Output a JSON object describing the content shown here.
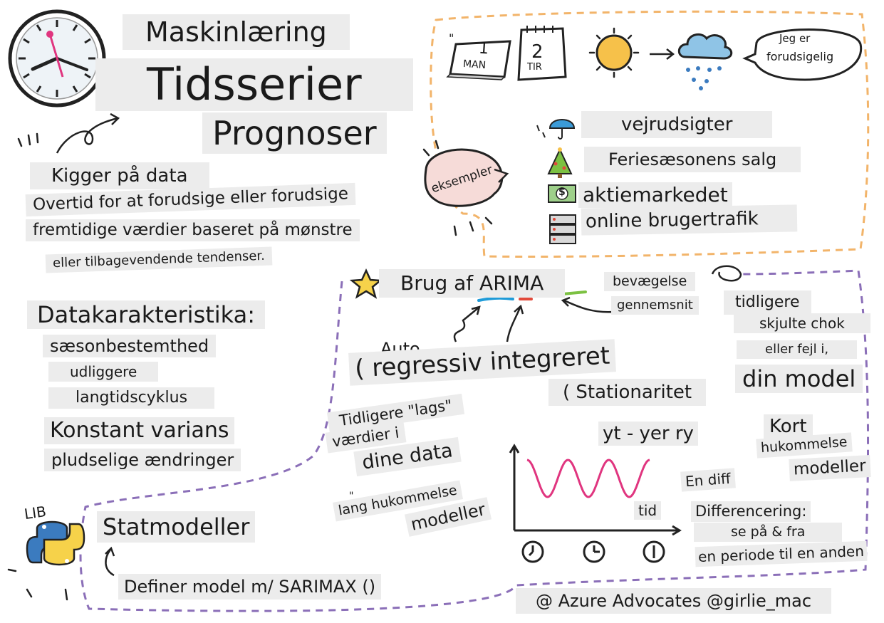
{
  "header": {
    "title": "Maskinlæring",
    "subtitle": "Tidsserier",
    "topic": "Prognoser"
  },
  "definition": {
    "line1": "Kigger på data",
    "line2": "Overtid for at forudsige eller forudsige",
    "line3": "fremtidige værdier baseret på mønstre",
    "line4": "eller tilbagevendende tendenser."
  },
  "characteristics": {
    "heading": "Datakarakteristika:",
    "items": [
      "sæsonbestemthed",
      "udliggere",
      "langtidscyklus",
      "Konstant varians",
      "pludselige ændringer"
    ]
  },
  "examples": {
    "quote_mark": "\"",
    "calendar1_day": "1",
    "calendar1_label": "MAN",
    "calendar2_day": "2",
    "calendar2_label": "TIR",
    "speech_line1": "Jeg er",
    "speech_line2": "forudsigelig",
    "badge": "eksempler",
    "items": [
      "vejrudsigter",
      "Feriesæsonens salg",
      "aktiemarkedet",
      "online brugertrafik"
    ],
    "money_symbol": "$"
  },
  "arima": {
    "title": "Brug af ARIMA",
    "moving_average_line1": "bevægelse",
    "moving_average_line2": "gennemsnit",
    "auto": "Auto",
    "regressive": "( regressiv integreret",
    "lags_line1": "Tidligere \"lags\"",
    "lags_line2": "værdier i",
    "lags_line3": "dine data",
    "long_memory_quote": "\"",
    "long_memory_line1": "lang hukommelse",
    "long_memory_line2": "modeller",
    "stationarity": "( Stationaritet",
    "formula": "yt - yer ry",
    "time_axis": "tid",
    "diff": "En diff",
    "differencing_line1": "Differencering:",
    "differencing_line2": "se på & fra",
    "differencing_line3": "en periode til en anden",
    "shocks_line1": "tidligere",
    "shocks_line2": "skjulte chok",
    "shocks_line3": "eller fejl i,",
    "shocks_line4": "din model",
    "short_line1": "Kort",
    "short_line2": "hukommelse",
    "short_line3": "modeller"
  },
  "library": {
    "label": "LIB",
    "name": "Statmodeller",
    "define": "Definer model m/ SARIMAX ()"
  },
  "credit": "@ Azure Advocates @girlie_mac",
  "colors": {
    "dashed_orange": "#f2b46a",
    "dashed_purple": "#8b6fb8",
    "sine_pink": "#e0357f",
    "box_grey": "#ececec",
    "underline_blue": "#1f9bd8",
    "underline_red": "#e24a3b",
    "underline_green": "#7cc142",
    "python_blue": "#3b7bbf",
    "python_yellow": "#f6d24a"
  }
}
